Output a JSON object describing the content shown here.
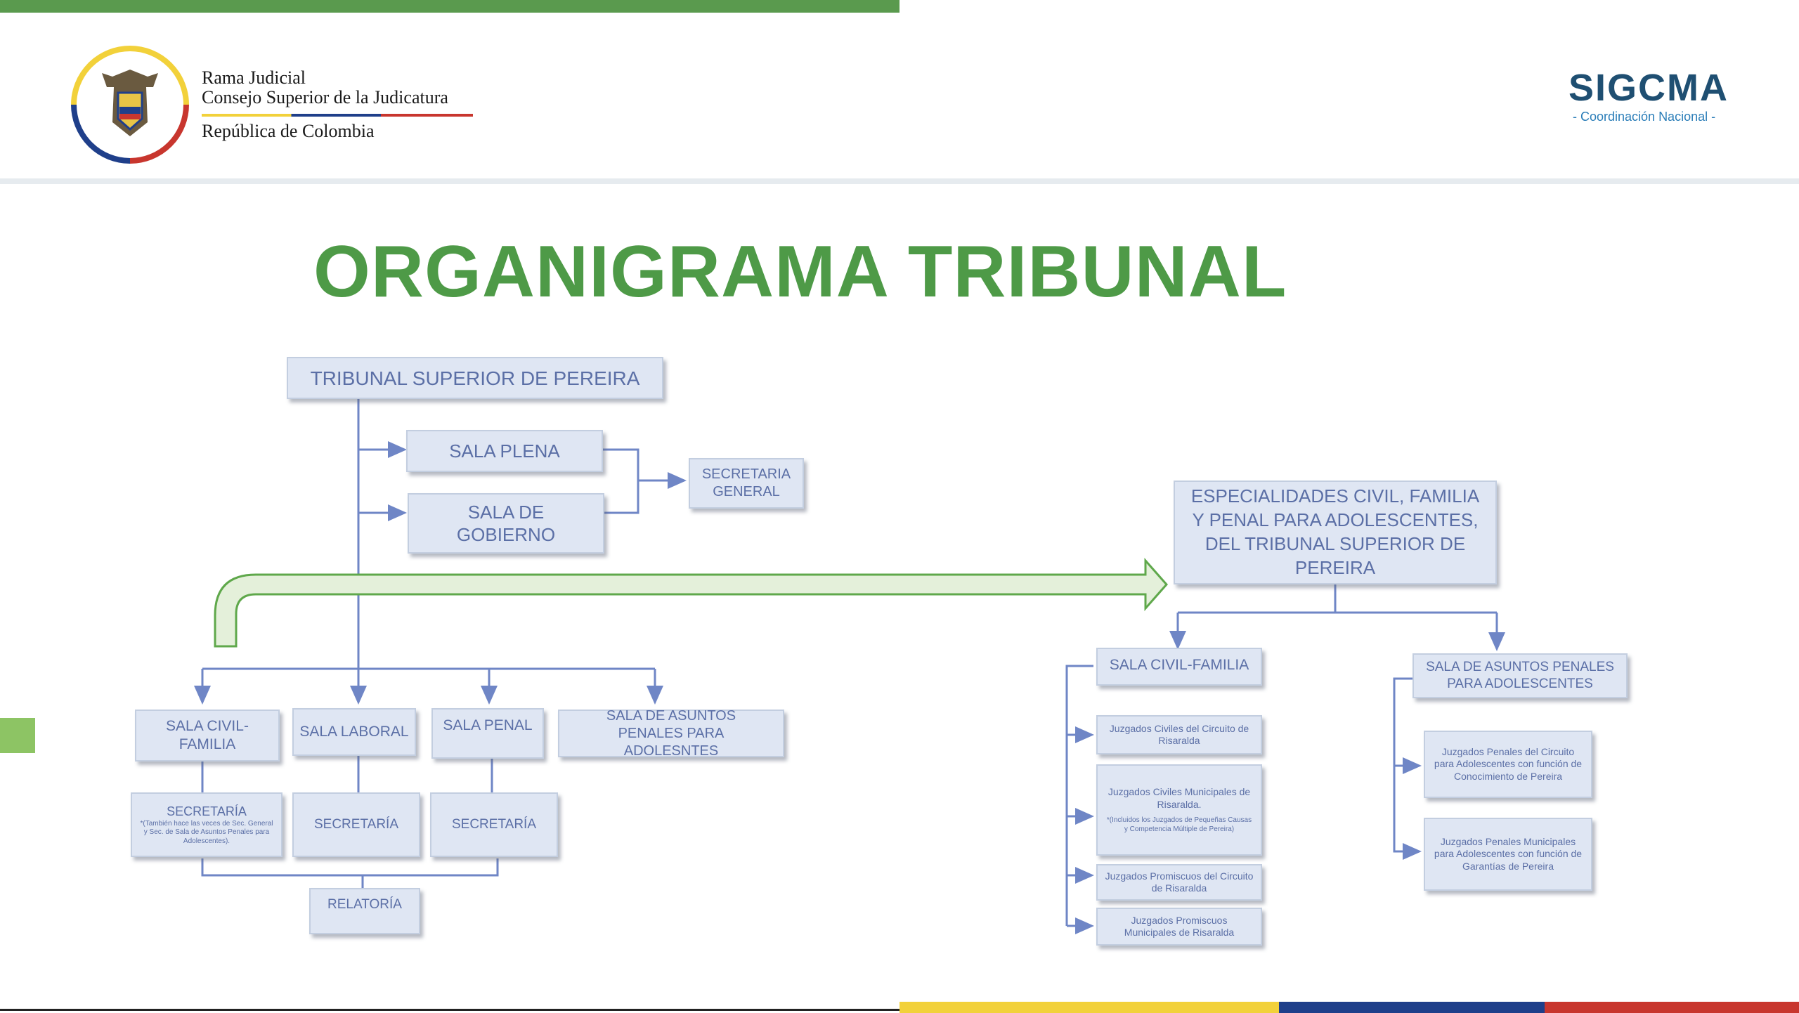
{
  "header": {
    "institution_line1": "Rama Judicial",
    "institution_line2": "Consejo Superior de la Judicatura",
    "institution_line3": "República de Colombia",
    "brand": "SIGCMA",
    "brand_subtitle": "- Coordinación Nacional -"
  },
  "title": "ORGANIGRAMA TRIBUNAL",
  "left_chart": {
    "root": "TRIBUNAL SUPERIOR DE PEREIRA",
    "sala_plena": "SALA PLENA",
    "sala_gobierno": "SALA DE GOBIERNO",
    "secretaria_general": "SECRETARIA GENERAL",
    "sala_civil_familia": "SALA CIVIL-FAMILIA",
    "sala_laboral": "SALA LABORAL",
    "sala_penal": "SALA PENAL",
    "sala_asuntos_penales": "SALA DE ASUNTOS PENALES PARA ADOLESNTES",
    "secretaria_1": "SECRETARÍA",
    "secretaria_1_note": "*(También hace las veces de Sec. General y Sec. de Sala de Asuntos Penales para Adolescentes).",
    "secretaria_2": "SECRETARÍA",
    "secretaria_3": "SECRETARÍA",
    "relatoria": "RELATORÍA"
  },
  "right_chart": {
    "root": "ESPECIALIDADES CIVIL, FAMILIA Y PENAL PARA ADOLESCENTES, DEL TRIBUNAL SUPERIOR DE PEREIRA",
    "sala_civil_familia": "SALA CIVIL-FAMILIA",
    "sala_asuntos_penales": "SALA DE ASUNTOS PENALES PARA ADOLESCENTES",
    "civil_items": [
      {
        "text": "Juzgados Civiles del Circuito de Risaralda",
        "note": ""
      },
      {
        "text": "Juzgados Civiles Municipales de Risaralda.",
        "note": "*(Incluidos los Juzgados de Pequeñas Causas y Competencia Múltiple de Pereira)"
      },
      {
        "text": "Juzgados Promiscuos del Circuito de Risaralda",
        "note": ""
      },
      {
        "text": "Juzgados Promiscuos Municipales de Risaralda",
        "note": ""
      }
    ],
    "penal_items": [
      {
        "text": "Juzgados Penales del Circuito para Adolescentes con función de Conocimiento de Pereira"
      },
      {
        "text": "Juzgados Penales Municipales para Adolescentes con función de Garantías de Pereira"
      }
    ]
  },
  "colors": {
    "accent_green": "#4e9a47",
    "box_fill": "#dfe6f3",
    "box_text": "#5b6fa6",
    "connector": "#6f86c6"
  }
}
